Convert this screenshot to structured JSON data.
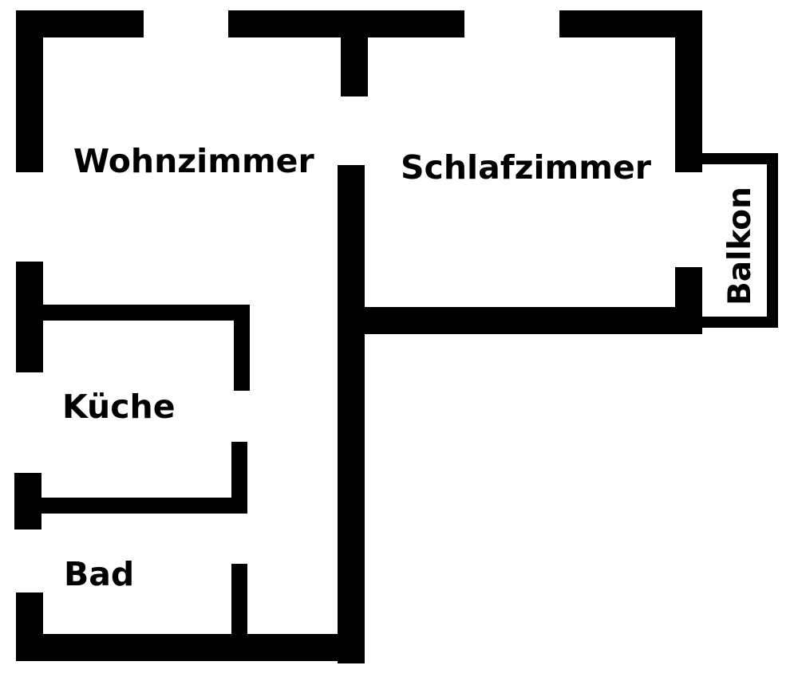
{
  "plan": {
    "wall_color": "#000000",
    "background_color": "#ffffff",
    "rooms": {
      "living_room": "Wohnzimmer",
      "bedroom": "Schlafzimmer",
      "balcony": "Balkon",
      "kitchen": "Küche",
      "bathroom": "Bad"
    }
  }
}
